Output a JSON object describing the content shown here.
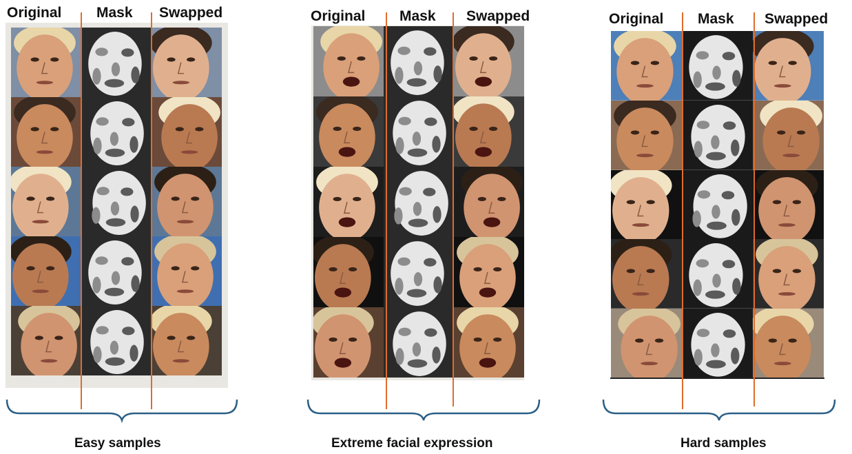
{
  "panels": [
    {
      "id": "easy",
      "headers": [
        "Original",
        "Mask",
        "Swapped"
      ],
      "caption": "Easy samples",
      "rows": 5,
      "columns": [
        "original",
        "mask",
        "swapped"
      ]
    },
    {
      "id": "extreme",
      "headers": [
        "Original",
        "Mask",
        "Swapped"
      ],
      "caption": "Extreme facial expression",
      "rows": 5,
      "columns": [
        "original",
        "mask",
        "swapped"
      ]
    },
    {
      "id": "hard",
      "headers": [
        "Original",
        "Mask",
        "Swapped"
      ],
      "caption": "Hard samples",
      "rows": 5,
      "columns": [
        "original",
        "mask",
        "swapped"
      ]
    }
  ],
  "colors": {
    "divider_line": "#e06c2c",
    "brace": "#2b5f86",
    "frame_background": "#e9e7e2"
  }
}
